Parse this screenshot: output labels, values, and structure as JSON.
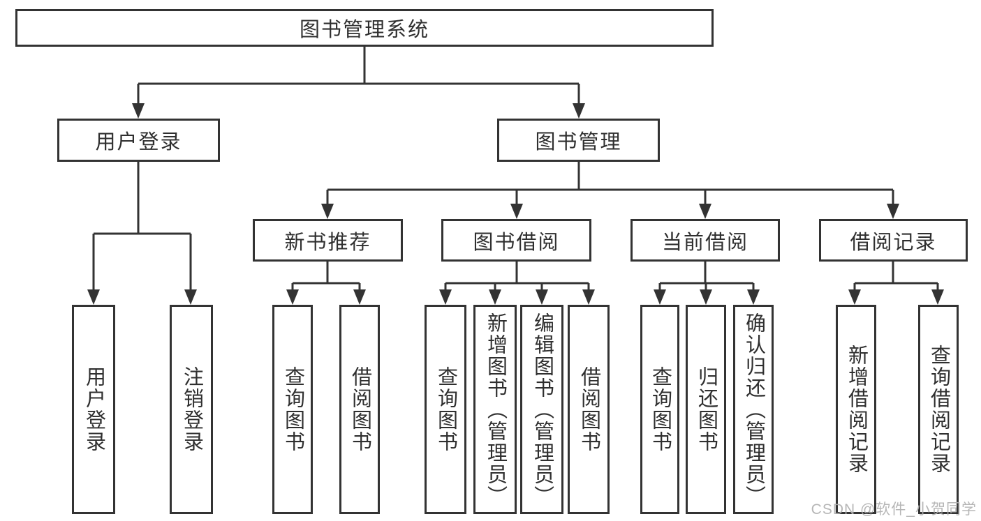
{
  "diagram": {
    "tree": {
      "label": "图书管理系统",
      "children": [
        {
          "label": "用户登录",
          "children": [
            {
              "label": "用户登录"
            },
            {
              "label": "注销登录"
            }
          ]
        },
        {
          "label": "图书管理",
          "children": [
            {
              "label": "新书推荐",
              "children": [
                {
                  "label": "查询图书"
                },
                {
                  "label": "借阅图书"
                }
              ]
            },
            {
              "label": "图书借阅",
              "children": [
                {
                  "label": "查询图书"
                },
                {
                  "label": "新增图书（管理员）"
                },
                {
                  "label": "编辑图书（管理员）"
                },
                {
                  "label": "借阅图书"
                }
              ]
            },
            {
              "label": "当前借阅",
              "children": [
                {
                  "label": "查询图书"
                },
                {
                  "label": "归还图书"
                },
                {
                  "label": "确认归还（管理员）"
                }
              ]
            },
            {
              "label": "借阅记录",
              "children": [
                {
                  "label": "新增借阅记录"
                },
                {
                  "label": "查询借阅记录"
                }
              ]
            }
          ]
        }
      ]
    },
    "colors": {
      "line": "#333333",
      "text": "#2f2f2f",
      "box_background": "#ffffff",
      "watermark": "#b0b0b0"
    }
  },
  "watermark": {
    "text": "CSDN @软件_小贺同学"
  }
}
